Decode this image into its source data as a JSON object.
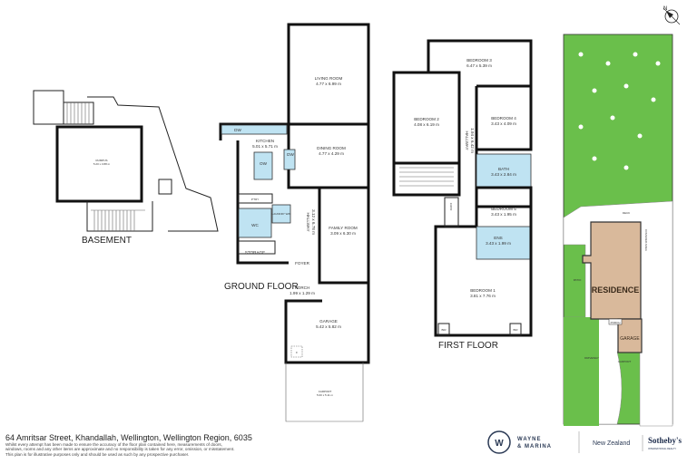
{
  "basement": {
    "label": "BASEMENT",
    "room": {
      "name": "RUMPUS",
      "size": "5.20 x 3.88 m"
    }
  },
  "ground_floor": {
    "label": "GROUND FLOOR",
    "rooms": [
      {
        "name": "LIVING ROOM",
        "size": "4.77 x 6.99 m"
      },
      {
        "name": "KITCHEN",
        "size": "5.01 x 5.71 m"
      },
      {
        "name": "DINING ROOM",
        "size": "4.77 x 4.29 m"
      },
      {
        "name": "HALLWAY",
        "size": "3.12 x 6.78 m"
      },
      {
        "name": "FAMILY ROOM",
        "size": "3.09 x 6.30 m"
      },
      {
        "name": "PORCH",
        "size": "1.99 x 1.29 m"
      },
      {
        "name": "GARAGE",
        "size": "5.42 x 5.82 m"
      },
      {
        "name": "CARPORT",
        "size": "5.00 x 5.11 m"
      }
    ],
    "fixtures": {
      "dw1": "DW",
      "dw2": "DW",
      "ow": "OW",
      "ptry": "P'TRY",
      "laundry": "LAUNDRY W/D",
      "wc": "WC",
      "storage": "STORAGE",
      "foyer": "FOYER",
      "f": "F"
    }
  },
  "first_floor": {
    "label": "FIRST FLOOR",
    "rooms": [
      {
        "name": "BEDROOM 3",
        "size": "6.47 x 5.39 m"
      },
      {
        "name": "BEDROOM 2",
        "size": "4.08 x 6.19 m"
      },
      {
        "name": "BEDROOM 4",
        "size": "3.43 x 4.09 m"
      },
      {
        "name": "HALLWAY",
        "size": "1.94 x 6.42 m"
      },
      {
        "name": "BATH",
        "size": "3.43 x 2.84 m"
      },
      {
        "name": "BEDROOM 5",
        "size": "3.43 x 1.95 m"
      },
      {
        "name": "ENS",
        "size": "3.43 x 1.99 m"
      },
      {
        "name": "BEDROOM 1",
        "size": "3.81 x 7.76 m"
      }
    ],
    "fixtures": {
      "bir": "BIR",
      "cupd": "CUPD"
    }
  },
  "site_plan": {
    "residence": "RESIDENCE",
    "garage": "GARAGE",
    "porch": "PORCH",
    "deck": "DECK",
    "patio": "PATIO",
    "driveway": "DRIVEWAY",
    "carport": "CARPORT",
    "covered_area": "COVERED AREA",
    "colors": {
      "lawn": "#6abf4b",
      "building": "#d9b99b",
      "paving": "#ffffff"
    }
  },
  "compass": {
    "label": "N",
    "icon": "north-arrow-icon"
  },
  "footer": {
    "address": "64 Amritsar Street, Khandallah, Wellington, Wellington Region, 6035",
    "disclaimer": [
      "Whilst every attempt has been made to ensure the accuracy of the floor plan contained here, measurements of doors,",
      "windows, rooms and any other items are approximate and no responsibility is taken for any error, omission, or misstatement.",
      "This plan is for illustrative purposes only and should be used as such by any prospective purchaser."
    ]
  },
  "branding": {
    "agent_line1": "WAYNE",
    "agent_line2": "& MARINA",
    "brand_region": "New Zealand",
    "brand_name": "Sotheby's",
    "brand_sub": "INTERNATIONAL REALTY"
  }
}
